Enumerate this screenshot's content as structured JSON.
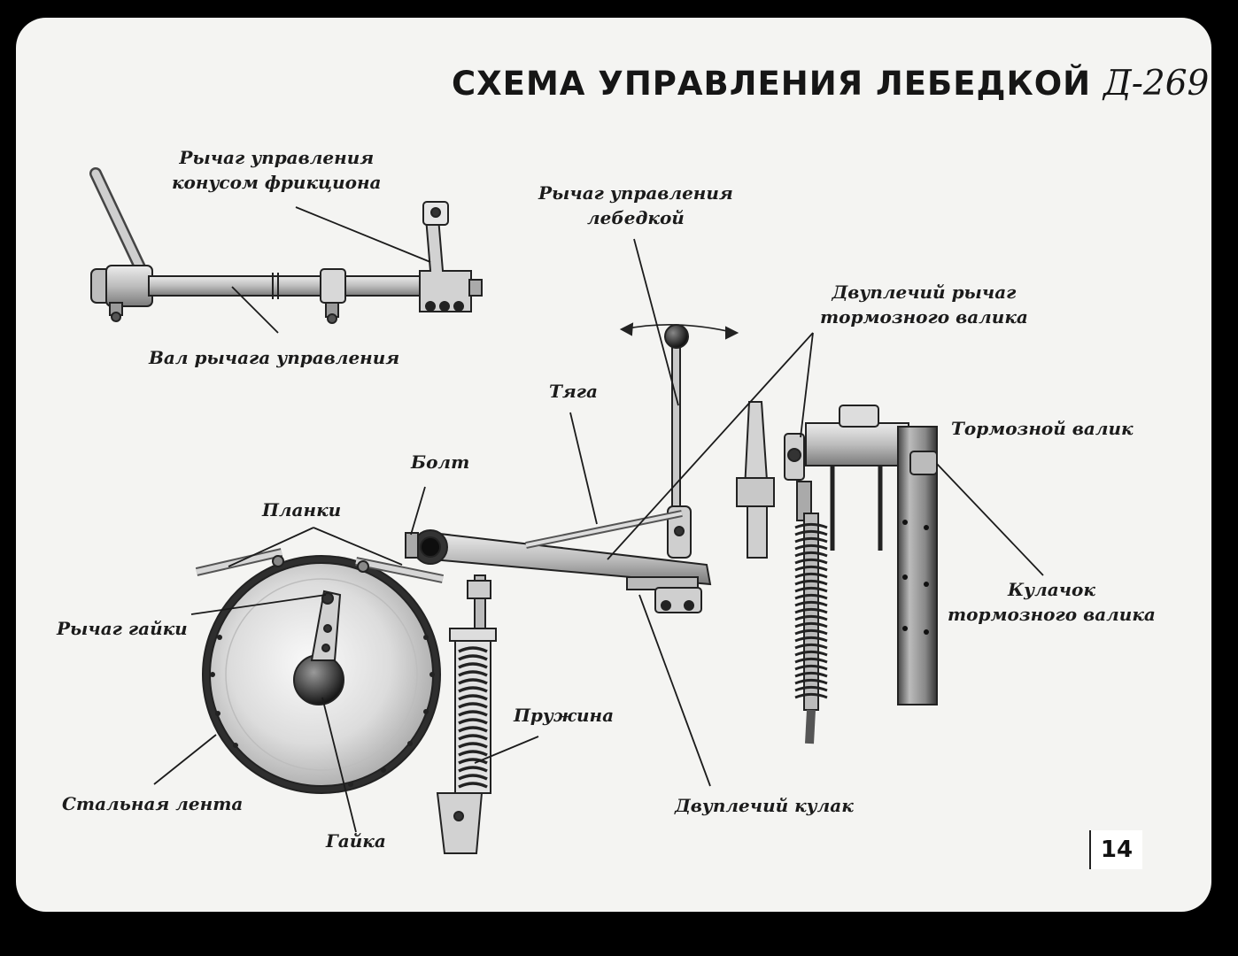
{
  "title": {
    "main": "СХЕМА УПРАВЛЕНИЯ ЛЕБЕДКОЙ",
    "model": "Д-269"
  },
  "labels": {
    "friction_lever": [
      "Рычаг управления",
      "конусом фрикциона"
    ],
    "winch_lever": [
      "Рычаг управления",
      "лебедкой"
    ],
    "control_shaft": "Вал рычага управления",
    "double_arm_brake_lever": [
      "Двуплечий рычаг",
      "тормозного валика"
    ],
    "rod": "Тяга",
    "brake_shaft": "Тормозной валик",
    "bolt": "Болт",
    "bars": "Планки",
    "nut_lever": "Рычаг гайки",
    "brake_cam": [
      "Кулачок",
      "тормозного валика"
    ],
    "spring": "Пружина",
    "steel_band": "Стальная лента",
    "double_arm_cam": "Двуплечий кулак",
    "nut": "Гайка"
  },
  "page_number": "14"
}
